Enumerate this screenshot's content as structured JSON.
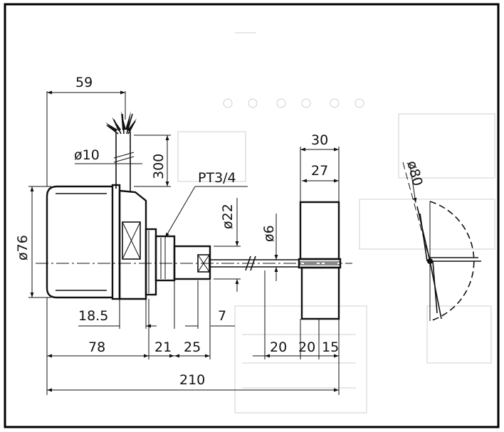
{
  "drawing": {
    "labels": {
      "cable_length_span": "59",
      "cable_diameter": "ø10",
      "cable_length": "300",
      "housing_diameter": "ø76",
      "thread": "PT3/4",
      "shaft_diameter": "ø22",
      "rod_diameter": "ø6",
      "paddle_width": "30",
      "paddle_inner": "27",
      "sweep_diameter": "ø80",
      "flange_offset": "18.5",
      "gap": "7",
      "housing_length": "78",
      "seg_21": "21",
      "seg_25": "25",
      "seg_20a": "20",
      "seg_20b": "20",
      "seg_15": "15",
      "overall_length": "210"
    },
    "colors": {
      "ink": "#111111",
      "ghost": "#cfcfcf",
      "paddle": "#ffffff",
      "border": "#000000"
    }
  }
}
